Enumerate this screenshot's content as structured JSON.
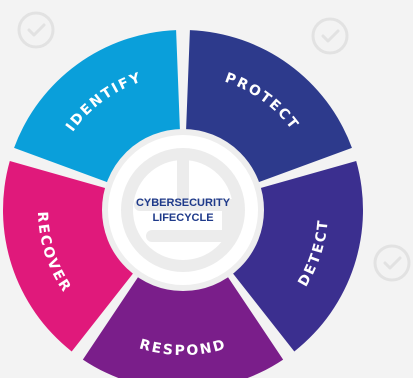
{
  "diagram": {
    "center": {
      "line1": "CYBERSECURITY",
      "line2": "LIFECYCLE",
      "logo_icon": "lowercase-e-logo-watermark"
    },
    "segments": [
      {
        "label": "IDENTIFY",
        "color": "#0a9fda"
      },
      {
        "label": "PROTECT",
        "color": "#2d3a8c"
      },
      {
        "label": "DETECT",
        "color": "#3b2f8f"
      },
      {
        "label": "RESPOND",
        "color": "#7a1e8a"
      },
      {
        "label": "RECOVER",
        "color": "#e0197b"
      }
    ],
    "decorations": {
      "icon": "check-circle-icon",
      "color": "#e2e2e2"
    }
  }
}
